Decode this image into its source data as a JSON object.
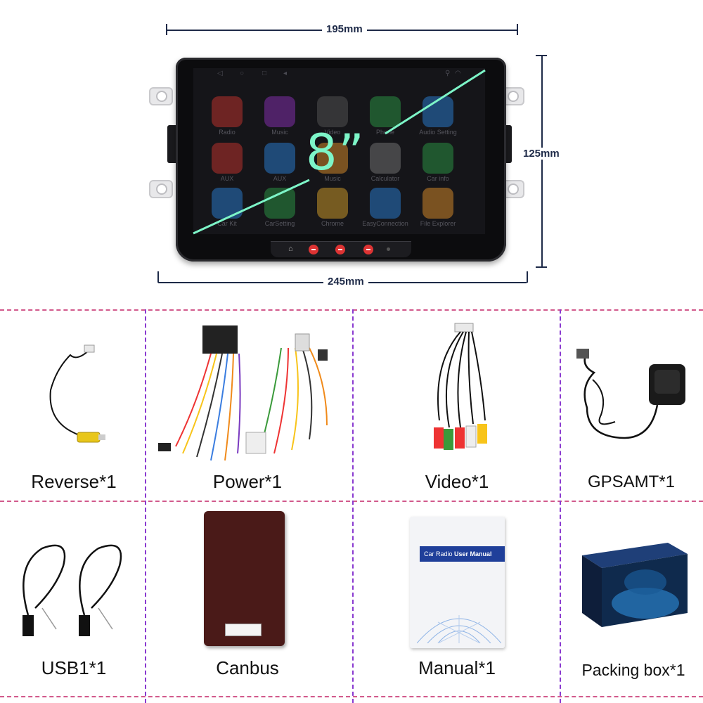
{
  "dimensions": {
    "width_top": "195mm",
    "height_right": "125mm",
    "width_bottom": "245mm"
  },
  "screen": {
    "size_label": "8”",
    "apps": [
      {
        "label": "Radio",
        "color": "#c8332e"
      },
      {
        "label": "Music",
        "color": "#8a2fb5"
      },
      {
        "label": "Video",
        "color": "#555555"
      },
      {
        "label": "Phone",
        "color": "#2b9a45"
      },
      {
        "label": "Audio Setting",
        "color": "#2a7fd6"
      },
      {
        "label": "AUX",
        "color": "#c8332e"
      },
      {
        "label": "AUX",
        "color": "#2a7fd6"
      },
      {
        "label": "Music",
        "color": "#e0902a"
      },
      {
        "label": "Calculator",
        "color": "#777777"
      },
      {
        "label": "Car info",
        "color": "#2b9a45"
      },
      {
        "label": "Car Kit",
        "color": "#2a7fd6"
      },
      {
        "label": "CarSetting",
        "color": "#2b9a45"
      },
      {
        "label": "Chrome",
        "color": "#d8a22a"
      },
      {
        "label": "EasyConnection",
        "color": "#2a7fd6"
      },
      {
        "label": "File Explorer",
        "color": "#e0902a"
      }
    ]
  },
  "accessories": {
    "reverse": "Reverse*1",
    "power": "Power*1",
    "video": "Video*1",
    "gps": "GPSAMT*1",
    "usb": "USB1*1",
    "canbus": "Canbus",
    "manual": "Manual*1",
    "box": "Packing box*1"
  },
  "manual_cover": {
    "prefix": "Car Radio ",
    "title": "User Manual"
  },
  "colors": {
    "dimension_line": "#1e2a48",
    "size_highlight": "#7df5c8",
    "grid_horizontal": "#d25a8c",
    "grid_vertical": "#8a3ad0"
  }
}
